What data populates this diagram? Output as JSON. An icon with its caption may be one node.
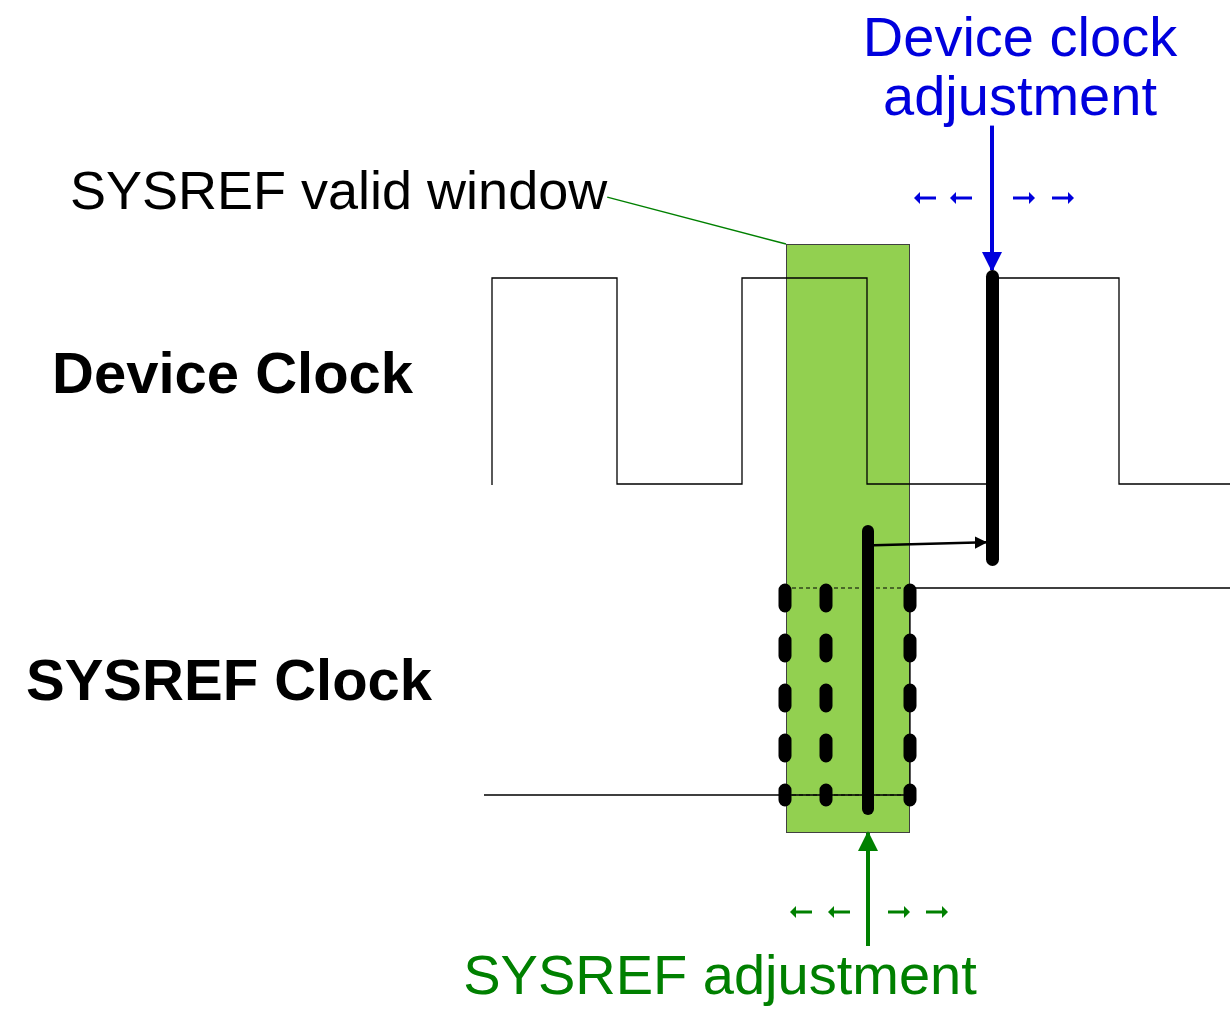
{
  "diagram": {
    "nodes": [
      {
        "text": [
          "SYSREF valid window"
        ]
      },
      {
        "text": [],
        "shape": "box"
      },
      {
        "text": [],
        "shape": "bar"
      },
      {
        "text": [],
        "shape": "bar",
        "in": 1
      },
      {
        "text": [
          "Device clock adjustment"
        ]
      },
      {
        "text": [
          "SYSREF adjustment"
        ]
      }
    ],
    "edges": [
      {
        "from": 0,
        "to": 1,
        "arrow": "none",
        "color": "#008000"
      },
      {
        "from": 3,
        "to": 2,
        "arrow": "to",
        "color": "#000000"
      },
      {
        "from": 4,
        "to": 2,
        "arrow": "to",
        "color": "#0000dd"
      },
      {
        "from": 5,
        "to": 1,
        "arrow": "to",
        "color": "#008000"
      }
    ],
    "labels": [
      "Device Clock",
      "SYSREF Clock"
    ]
  }
}
